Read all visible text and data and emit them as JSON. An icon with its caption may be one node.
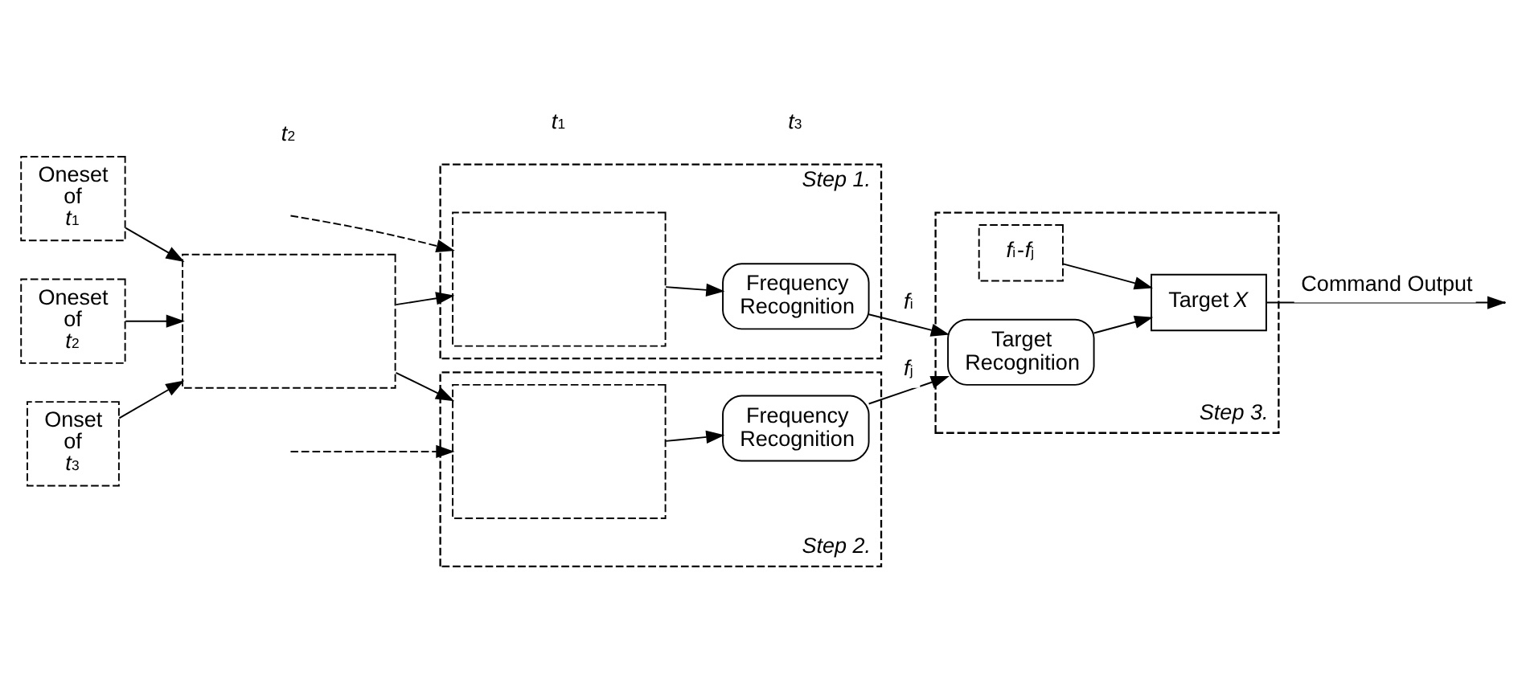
{
  "diagram": {
    "nodes": [
      {
        "text": [],
        "shape": "box"
      },
      {
        "text": [
          "Oneset of *t*$_{1}$"
        ]
      },
      {
        "text": [
          "Oneset of *t*$_{2}$"
        ]
      },
      {
        "text": [
          "Onset of *t*$_{3}$"
        ]
      },
      {
        "text": [
          "Step 1."
        ]
      },
      {
        "text": [],
        "shape": "box",
        "in": 4
      },
      {
        "text": [
          "Frequency Recognition"
        ],
        "in": 4
      },
      {
        "text": [
          "Step 3."
        ]
      },
      {
        "text": [
          "*f*$_{i}$-*f*$_{j}$"
        ],
        "in": 7
      },
      {
        "text": [
          "Target Recognition"
        ],
        "in": 7
      },
      {
        "text": [
          "Target *X*"
        ],
        "in": 7
      },
      {
        "text": [
          "Step 2."
        ]
      },
      {
        "text": [],
        "shape": "box",
        "in": 11
      },
      {
        "text": [
          "Frequency Recognition"
        ],
        "in": 11
      }
    ],
    "edges": [
      {
        "from": 1,
        "to": 0,
        "arrow": "to"
      },
      {
        "from": 2,
        "to": 0,
        "arrow": "to"
      },
      {
        "from": 3,
        "to": 0,
        "arrow": "to"
      },
      {
        "from": 0,
        "to": 5,
        "arrow": "to"
      },
      {
        "from": 0,
        "to": 12,
        "arrow": "to"
      },
      {
        "from": null,
        "to": 5,
        "arrow": "to",
        "style": "dashed"
      },
      {
        "from": null,
        "to": 12,
        "arrow": "to",
        "style": "dashed"
      },
      {
        "from": 5,
        "to": 6,
        "arrow": "to"
      },
      {
        "from": 12,
        "to": 13,
        "arrow": "to"
      },
      {
        "from": 6,
        "to": 9,
        "arrow": "to",
        "label": "*f*$_{i}$"
      },
      {
        "from": 13,
        "to": 9,
        "arrow": "to",
        "label": "*f*$_{j}$"
      },
      {
        "from": 9,
        "to": 10,
        "arrow": "to"
      },
      {
        "from": 8,
        "to": 10,
        "arrow": "to"
      },
      {
        "from": 10,
        "to": null,
        "arrow": "to",
        "label": "Command Output"
      }
    ],
    "labels": [
      "*t*$_{2}$",
      "*t*$_{1}$",
      "*t*$_{3}$"
    ]
  }
}
